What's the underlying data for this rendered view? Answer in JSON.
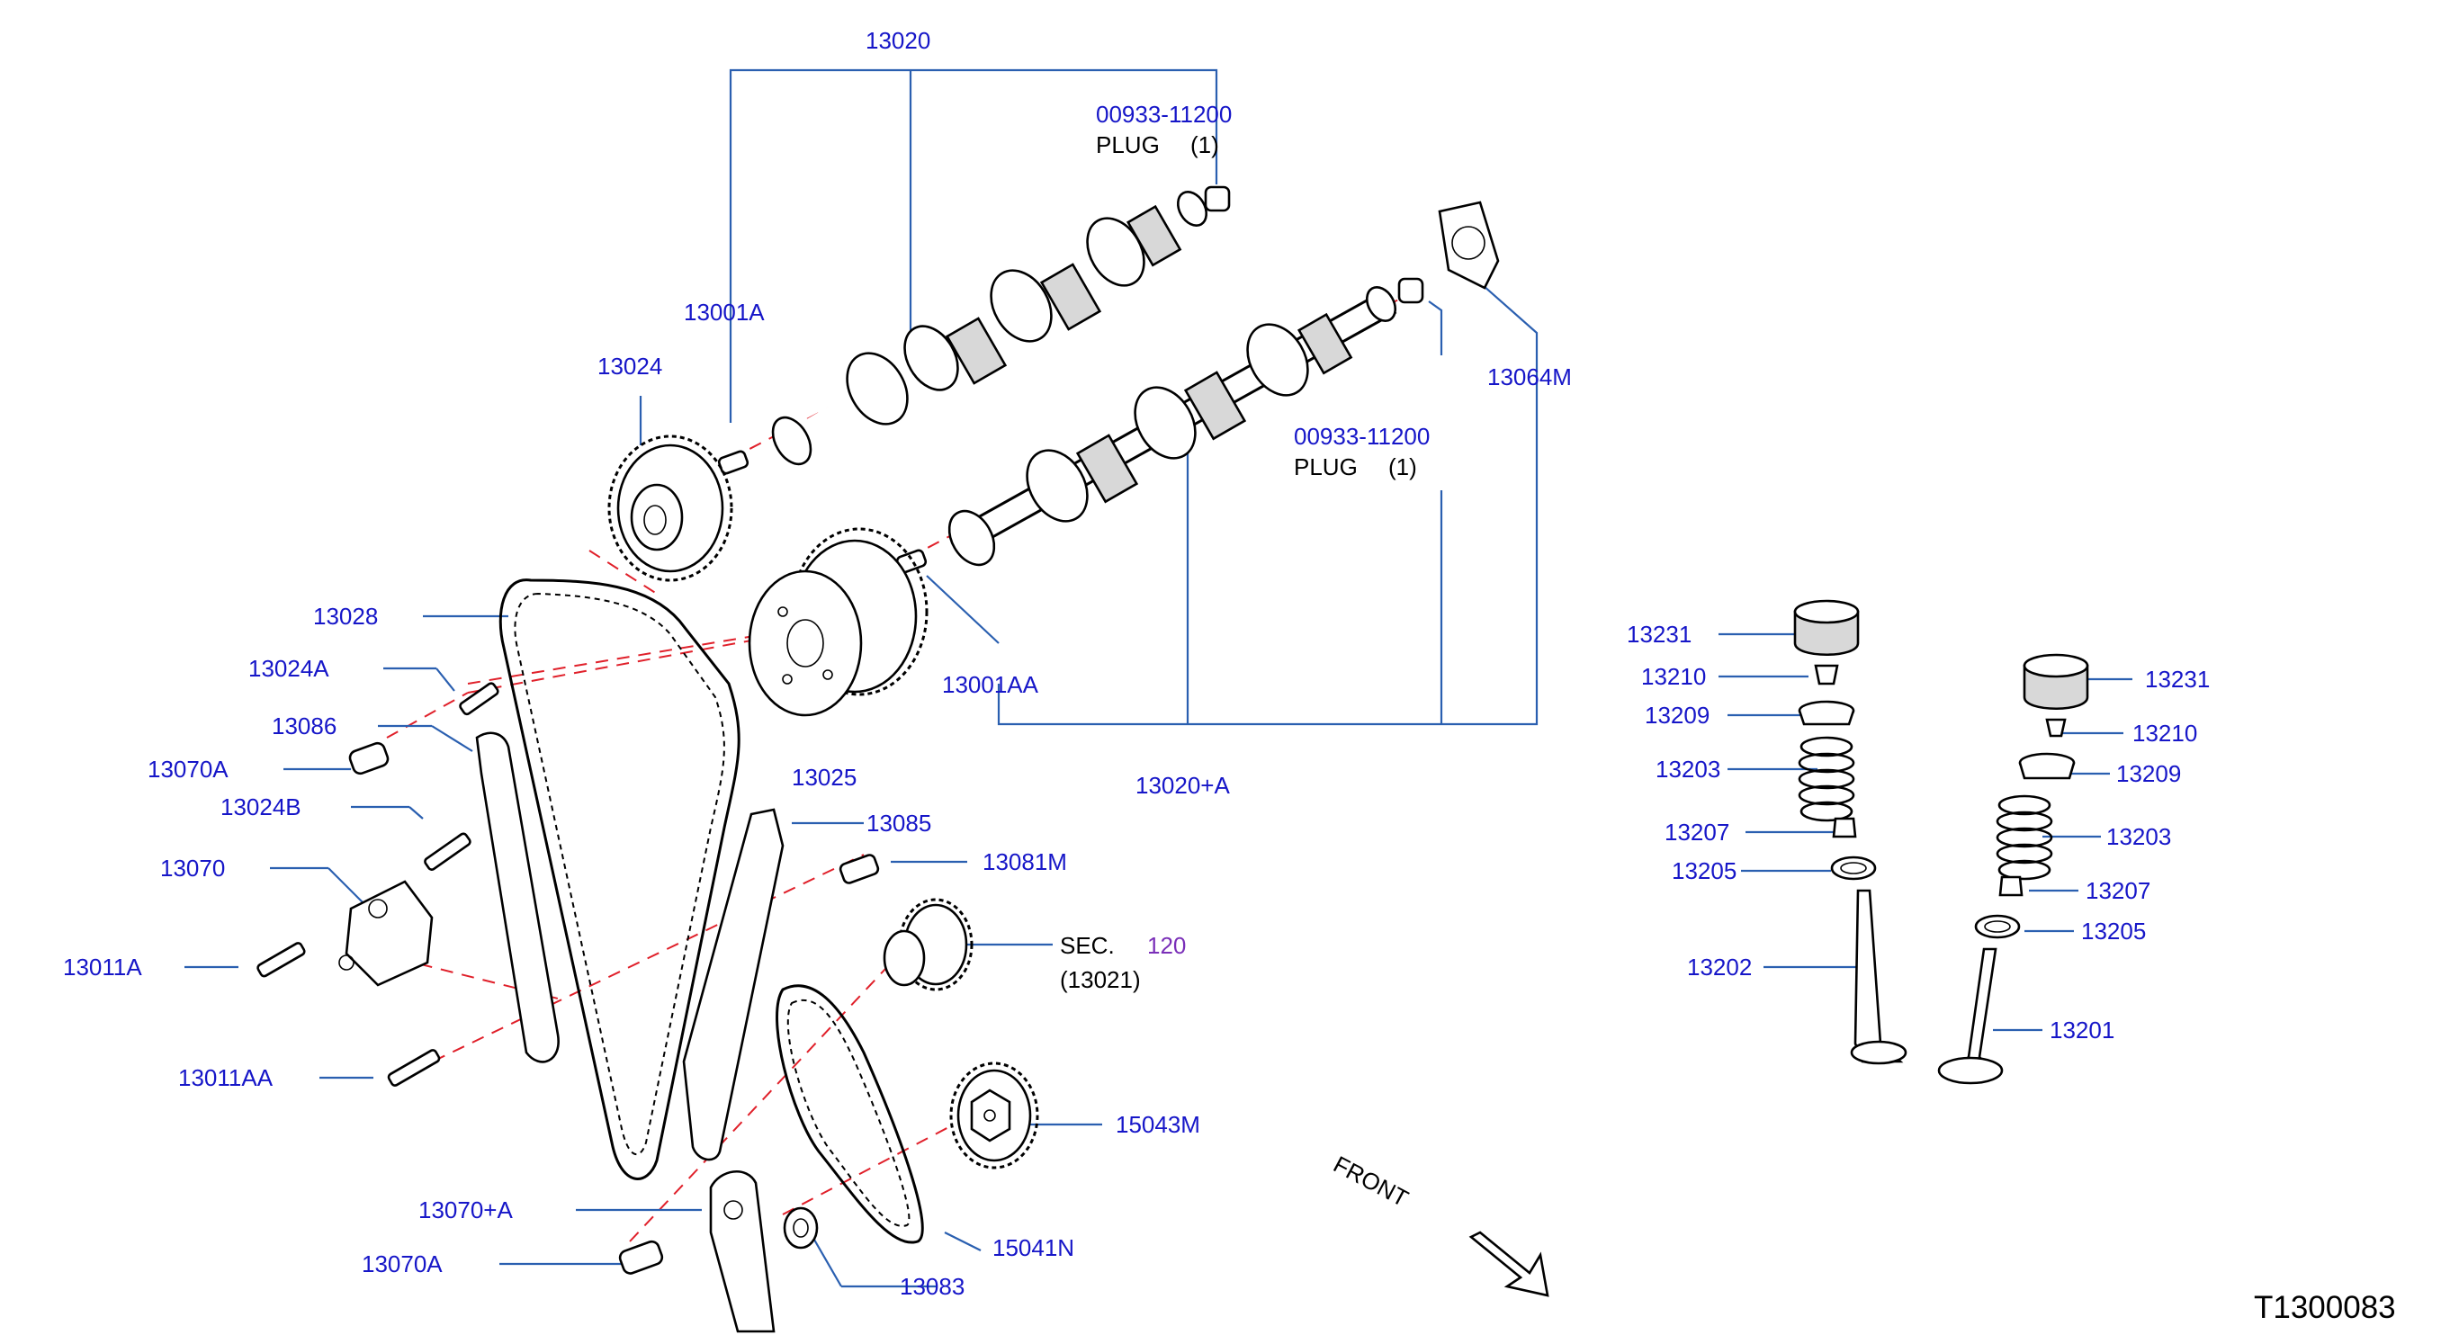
{
  "diagram_id": "T1300083",
  "front_label": "FRONT",
  "callouts": {
    "c13020": "13020",
    "c00933_top": "00933-11200",
    "c_plug_top": "PLUG",
    "c_qty_top": "(1)",
    "c13001A": "13001A",
    "c13024": "13024",
    "c13064M": "13064M",
    "c00933_mid": "00933-11200",
    "c_plug_mid": "PLUG",
    "c_qty_mid": "(1)",
    "c13028": "13028",
    "c13024A": "13024A",
    "c13001AA": "13001AA",
    "c13086": "13086",
    "c13070A_top": "13070A",
    "c13025": "13025",
    "c13020A": "13020+A",
    "c13024B": "13024B",
    "c13085": "13085",
    "c13070": "13070",
    "c13081M": "13081M",
    "c13011A": "13011A",
    "c_sec": "SEC.",
    "c_sec_num": "120",
    "c_sec_sub": "(13021)",
    "c13011AA": "13011AA",
    "c15043M": "15043M",
    "c13070A_plus": "13070+A",
    "c15041N": "15041N",
    "c13070A_bot": "13070A",
    "c13083": "13083",
    "l13231": "13231",
    "l13210": "13210",
    "l13209": "13209",
    "l13203": "13203",
    "l13207": "13207",
    "l13205": "13205",
    "l13202": "13202",
    "r13231": "13231",
    "r13210": "13210",
    "r13209": "13209",
    "r13203": "13203",
    "r13207": "13207",
    "r13205": "13205",
    "r13201": "13201"
  },
  "colors": {
    "label": "#1616c8",
    "leader": "#2a5fb0",
    "centerline": "#e0202a",
    "sec_ref": "#7a2fb8"
  }
}
